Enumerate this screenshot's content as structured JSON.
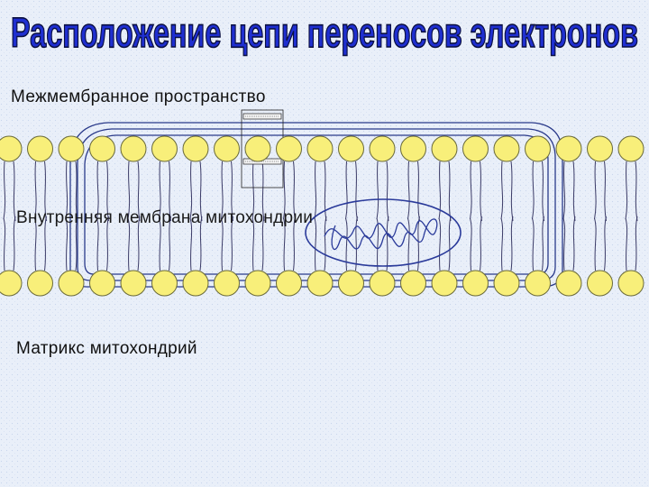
{
  "slide": {
    "title": "Расположение цепи переносов электронов",
    "title_fill": "#1f2fd0",
    "title_outline": "#0a0f40",
    "background": "#e8eef8"
  },
  "labels": {
    "intermembrane_space": "Межмембранное пространство",
    "inner_membrane": "Внутренняя мембрана митохондрии",
    "matrix": "Матрикс митохондрий"
  },
  "membrane": {
    "head_color": "#f8ef7a",
    "head_outline": "#6a6a3a",
    "chain_color": "#3a3a66"
  }
}
